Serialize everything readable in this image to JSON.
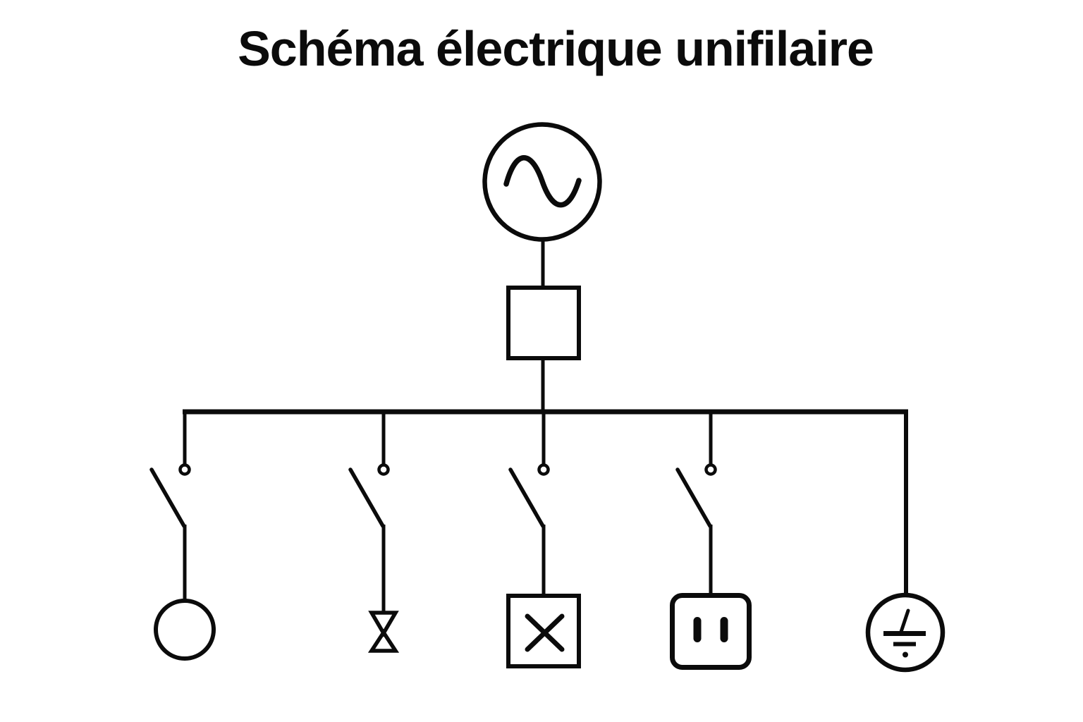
{
  "title": "Schéma électrique unifilaire",
  "colors": {
    "background": "#ffffff",
    "line": "#0b0b0b"
  },
  "diagram": {
    "type": "single-line-electrical-diagram",
    "source_symbol": "ac-source-circle-with-sine-wave",
    "main_device_symbol": "empty-square-meter",
    "bus_symbol": "horizontal-busbar",
    "branches": [
      {
        "name": "circuit-1",
        "has_switch": true,
        "load_symbol": "generic-load-circle"
      },
      {
        "name": "circuit-2",
        "has_switch": true,
        "load_symbol": "buzzer-hourglass"
      },
      {
        "name": "circuit-3",
        "has_switch": true,
        "load_symbol": "lighting-point-square-x"
      },
      {
        "name": "circuit-4",
        "has_switch": true,
        "load_symbol": "socket-outlet-two-slots"
      },
      {
        "name": "circuit-5",
        "has_switch": false,
        "load_symbol": "earth-ground-circle"
      }
    ]
  }
}
